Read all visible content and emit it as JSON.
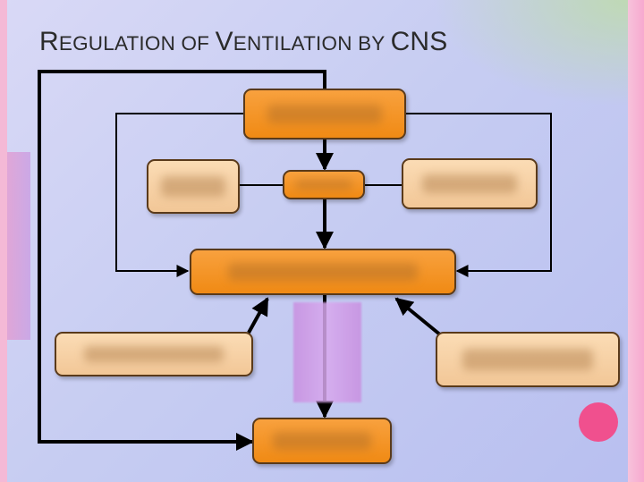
{
  "slide": {
    "title_parts": [
      "R",
      "egulation of ",
      "V",
      "entilation by ",
      "CNS"
    ]
  },
  "colors": {
    "box_primary": "#f28c1a",
    "box_secondary": "#f7d2a6",
    "accent_dot": "#f0508e",
    "connector": "#000000"
  },
  "diagram": {
    "nodes": [
      {
        "id": "top-center",
        "style": "orange",
        "label": ""
      },
      {
        "id": "middle-small",
        "style": "orange",
        "label": ""
      },
      {
        "id": "middle-left",
        "style": "tan",
        "label": ""
      },
      {
        "id": "middle-right",
        "style": "tan",
        "label": ""
      },
      {
        "id": "central-wide",
        "style": "orange",
        "label": ""
      },
      {
        "id": "lower-left",
        "style": "tan",
        "label": ""
      },
      {
        "id": "lower-right",
        "style": "tan",
        "label": ""
      },
      {
        "id": "bottom-center",
        "style": "orange",
        "label": ""
      }
    ],
    "edges": [
      {
        "from": "top-center",
        "to": "middle-small"
      },
      {
        "from": "middle-small",
        "to": "central-wide"
      },
      {
        "from": "top-center",
        "to": "central-wide",
        "route": "left"
      },
      {
        "from": "top-center",
        "to": "central-wide",
        "route": "right"
      },
      {
        "from": "middle-left",
        "to": "middle-small",
        "arrow": false
      },
      {
        "from": "middle-right",
        "to": "middle-small",
        "arrow": false
      },
      {
        "from": "lower-left",
        "to": "central-wide"
      },
      {
        "from": "lower-right",
        "to": "central-wide"
      },
      {
        "from": "central-wide",
        "to": "bottom-center"
      },
      {
        "from": "top-center",
        "to": "bottom-center",
        "route": "outer-left"
      }
    ]
  }
}
